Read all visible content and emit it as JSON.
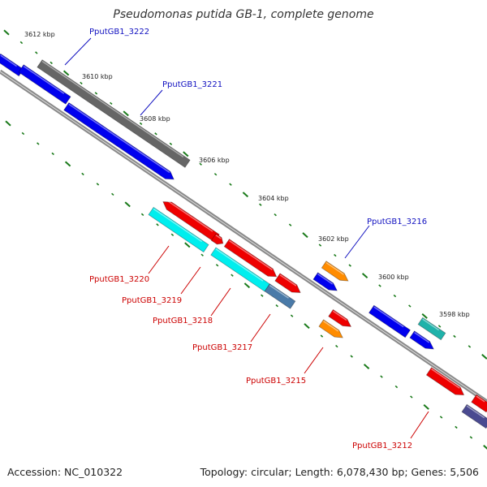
{
  "title": "Pseudomonas putida GB-1, complete genome",
  "footer": {
    "accession": "Accession: NC_010322",
    "topology": "Topology: circular; Length: 6,078,430 bp; Genes: 5,506"
  },
  "kbp_labels": [
    "3612 kbp",
    "3610 kbp",
    "3608 kbp",
    "3606 kbp",
    "3604 kbp",
    "3602 kbp",
    "3600 kbp",
    "3598 kbp"
  ],
  "gene_labels": {
    "g3222": "PputGB1_3222",
    "g3221": "PputGB1_3221",
    "g3216": "PputGB1_3216",
    "g3220": "PputGB1_3220",
    "g3219": "PputGB1_3219",
    "g3218": "PputGB1_3218",
    "g3217": "PputGB1_3217",
    "g3215": "PputGB1_3215",
    "g3212": "PputGB1_3212"
  },
  "colors": {
    "blue": "#0000ee",
    "gray": "#666666",
    "red": "#ee0000",
    "cyan": "#00eeee",
    "orange": "#ff8c00",
    "teal": "#20b2aa",
    "steel": "#4a7aa8",
    "slate": "#4a4a90",
    "tick": "#1a7a1a",
    "backbone": "#808080"
  }
}
